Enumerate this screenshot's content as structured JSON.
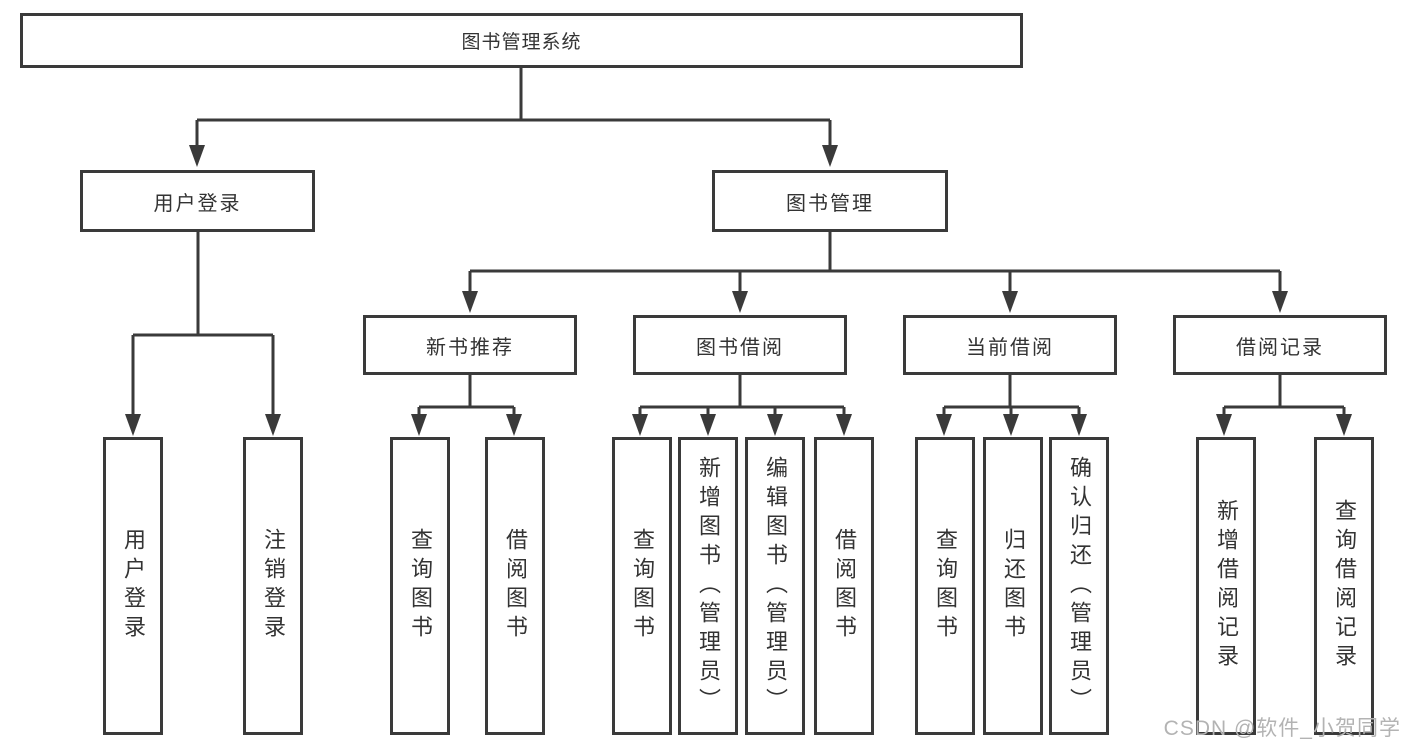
{
  "tree": {
    "root": "图书管理系统",
    "branches": [
      {
        "label": "用户登录",
        "leaves": [
          "用户登录",
          "注销登录"
        ]
      },
      {
        "label": "图书管理",
        "children": [
          {
            "label": "新书推荐",
            "leaves": [
              "查询图书",
              "借阅图书"
            ]
          },
          {
            "label": "图书借阅",
            "leaves": [
              "查询图书",
              "新增图书（管理员）",
              "编辑图书（管理员）",
              "借阅图书"
            ]
          },
          {
            "label": "当前借阅",
            "leaves": [
              "查询图书",
              "归还图书",
              "确认归还（管理员）"
            ]
          },
          {
            "label": "借阅记录",
            "leaves": [
              "新增借阅记录",
              "查询借阅记录"
            ]
          }
        ]
      }
    ]
  },
  "watermark": {
    "text": "CSDN @软件_小贺同学"
  },
  "colors": {
    "line": "#3a3a3a",
    "text": "#333333",
    "watermark": "#b3b3b3"
  }
}
